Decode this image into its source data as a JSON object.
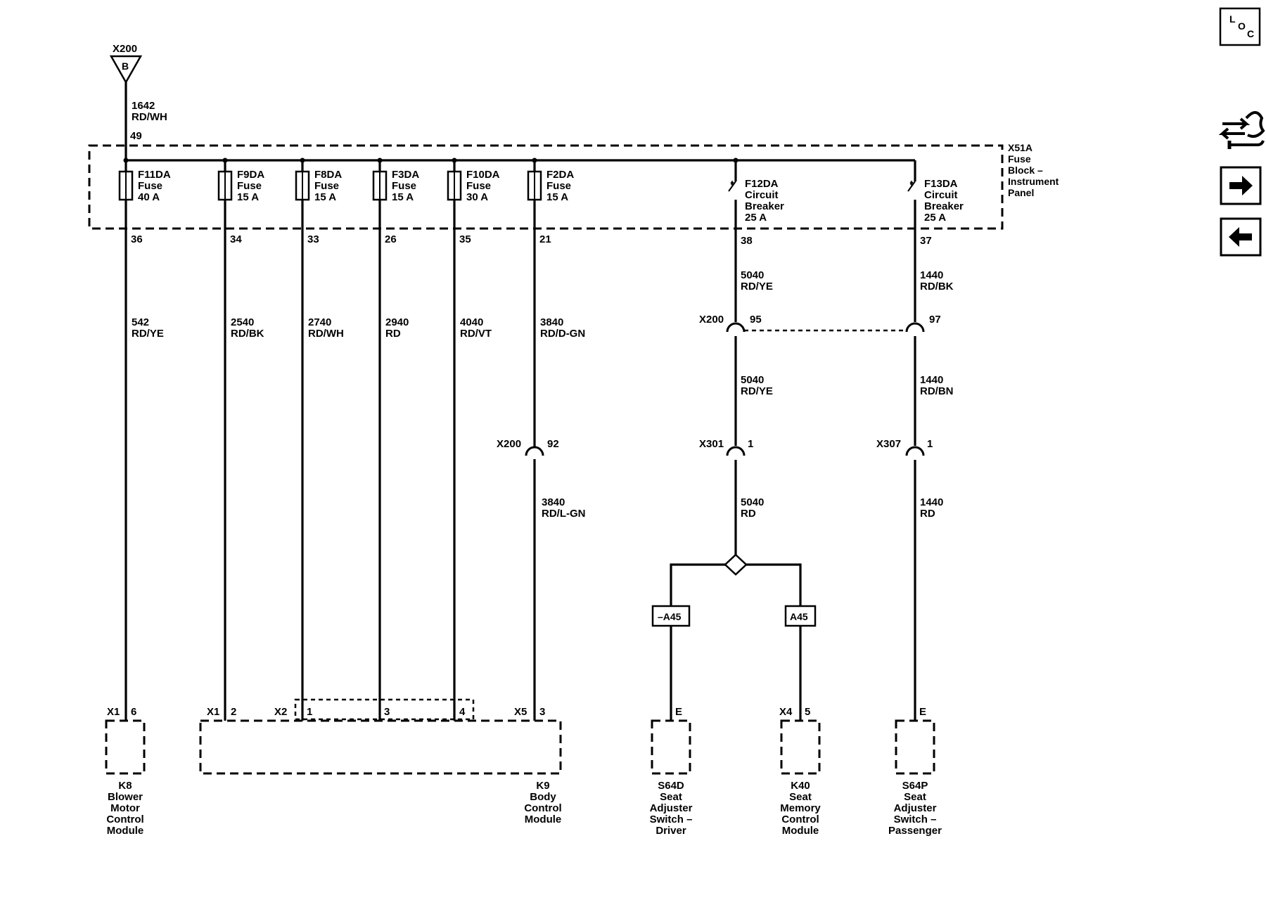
{
  "source": {
    "connector": "X200",
    "pin_letter": "B",
    "wire_circuit": "1642",
    "wire_color": "RD/WH",
    "block_pin": "49"
  },
  "fuse_block": {
    "name_lines": [
      "X51A",
      "Fuse",
      "Block –",
      "Instrument",
      "Panel"
    ]
  },
  "fuses": [
    {
      "name": "F11DA",
      "type": "Fuse",
      "rating": "40 A",
      "out_pin": "36",
      "circuit": "542",
      "color": "RD/YE"
    },
    {
      "name": "F9DA",
      "type": "Fuse",
      "rating": "15 A",
      "out_pin": "34",
      "circuit": "2540",
      "color": "RD/BK"
    },
    {
      "name": "F8DA",
      "type": "Fuse",
      "rating": "15 A",
      "out_pin": "33",
      "circuit": "2740",
      "color": "RD/WH"
    },
    {
      "name": "F3DA",
      "type": "Fuse",
      "rating": "15 A",
      "out_pin": "26",
      "circuit": "2940",
      "color": "RD"
    },
    {
      "name": "F10DA",
      "type": "Fuse",
      "rating": "30 A",
      "out_pin": "35",
      "circuit": "4040",
      "color": "RD/VT"
    },
    {
      "name": "F2DA",
      "type": "Fuse",
      "rating": "15 A",
      "out_pin": "21",
      "circuit": "3840",
      "color": "RD/D-GN"
    }
  ],
  "breakers": [
    {
      "name": "F12DA",
      "type_line1": "Circuit",
      "type_line2": "Breaker",
      "rating": "25 A",
      "out_pin": "38",
      "wire1_circuit": "5040",
      "wire1_color": "RD/YE",
      "inline_conn": "X200",
      "inline_pin": "95",
      "wire2_circuit": "5040",
      "wire2_color": "RD/YE",
      "conn2": "X301",
      "conn2_pin": "1",
      "wire3_circuit": "5040",
      "wire3_color": "RD"
    },
    {
      "name": "F13DA",
      "type_line1": "Circuit",
      "type_line2": "Breaker",
      "rating": "25 A",
      "out_pin": "37",
      "wire1_circuit": "1440",
      "wire1_color": "RD/BK",
      "inline_pin": "97",
      "wire2_circuit": "1440",
      "wire2_color": "RD/BN",
      "conn2": "X307",
      "conn2_pin": "1",
      "wire3_circuit": "1440",
      "wire3_color": "RD"
    }
  ],
  "f2da_inline": {
    "connector": "X200",
    "pin": "92",
    "circuit": "3840",
    "color": "RD/L-GN"
  },
  "options": {
    "left": "–A45",
    "right": "A45"
  },
  "modules": {
    "k8": {
      "conn": "X1",
      "pin": "6",
      "name_lines": [
        "K8",
        "Blower",
        "Motor",
        "Control",
        "Module"
      ]
    },
    "k9": {
      "conn_a": "X1",
      "pin_a": "2",
      "conn_b": "X2",
      "pin_b1": "1",
      "pin_b2": "3",
      "pin_b3": "4",
      "conn_c": "X5",
      "pin_c": "3",
      "name_lines": [
        "K9",
        "Body",
        "Control",
        "Module"
      ]
    },
    "s64d": {
      "pin": "E",
      "name_lines": [
        "S64D",
        "Seat",
        "Adjuster",
        "Switch –",
        "Driver"
      ]
    },
    "k40": {
      "conn": "X4",
      "pin": "5",
      "name_lines": [
        "K40",
        "Seat",
        "Memory",
        "Control",
        "Module"
      ]
    },
    "s64p": {
      "pin": "E",
      "name_lines": [
        "S64P",
        "Seat",
        "Adjuster",
        "Switch –",
        "Passenger"
      ]
    }
  },
  "nav": {
    "loc_letters": [
      "L",
      "O",
      "C"
    ],
    "icons": [
      "location-icon",
      "connector-view-icon",
      "next-page-icon",
      "previous-page-icon"
    ]
  }
}
